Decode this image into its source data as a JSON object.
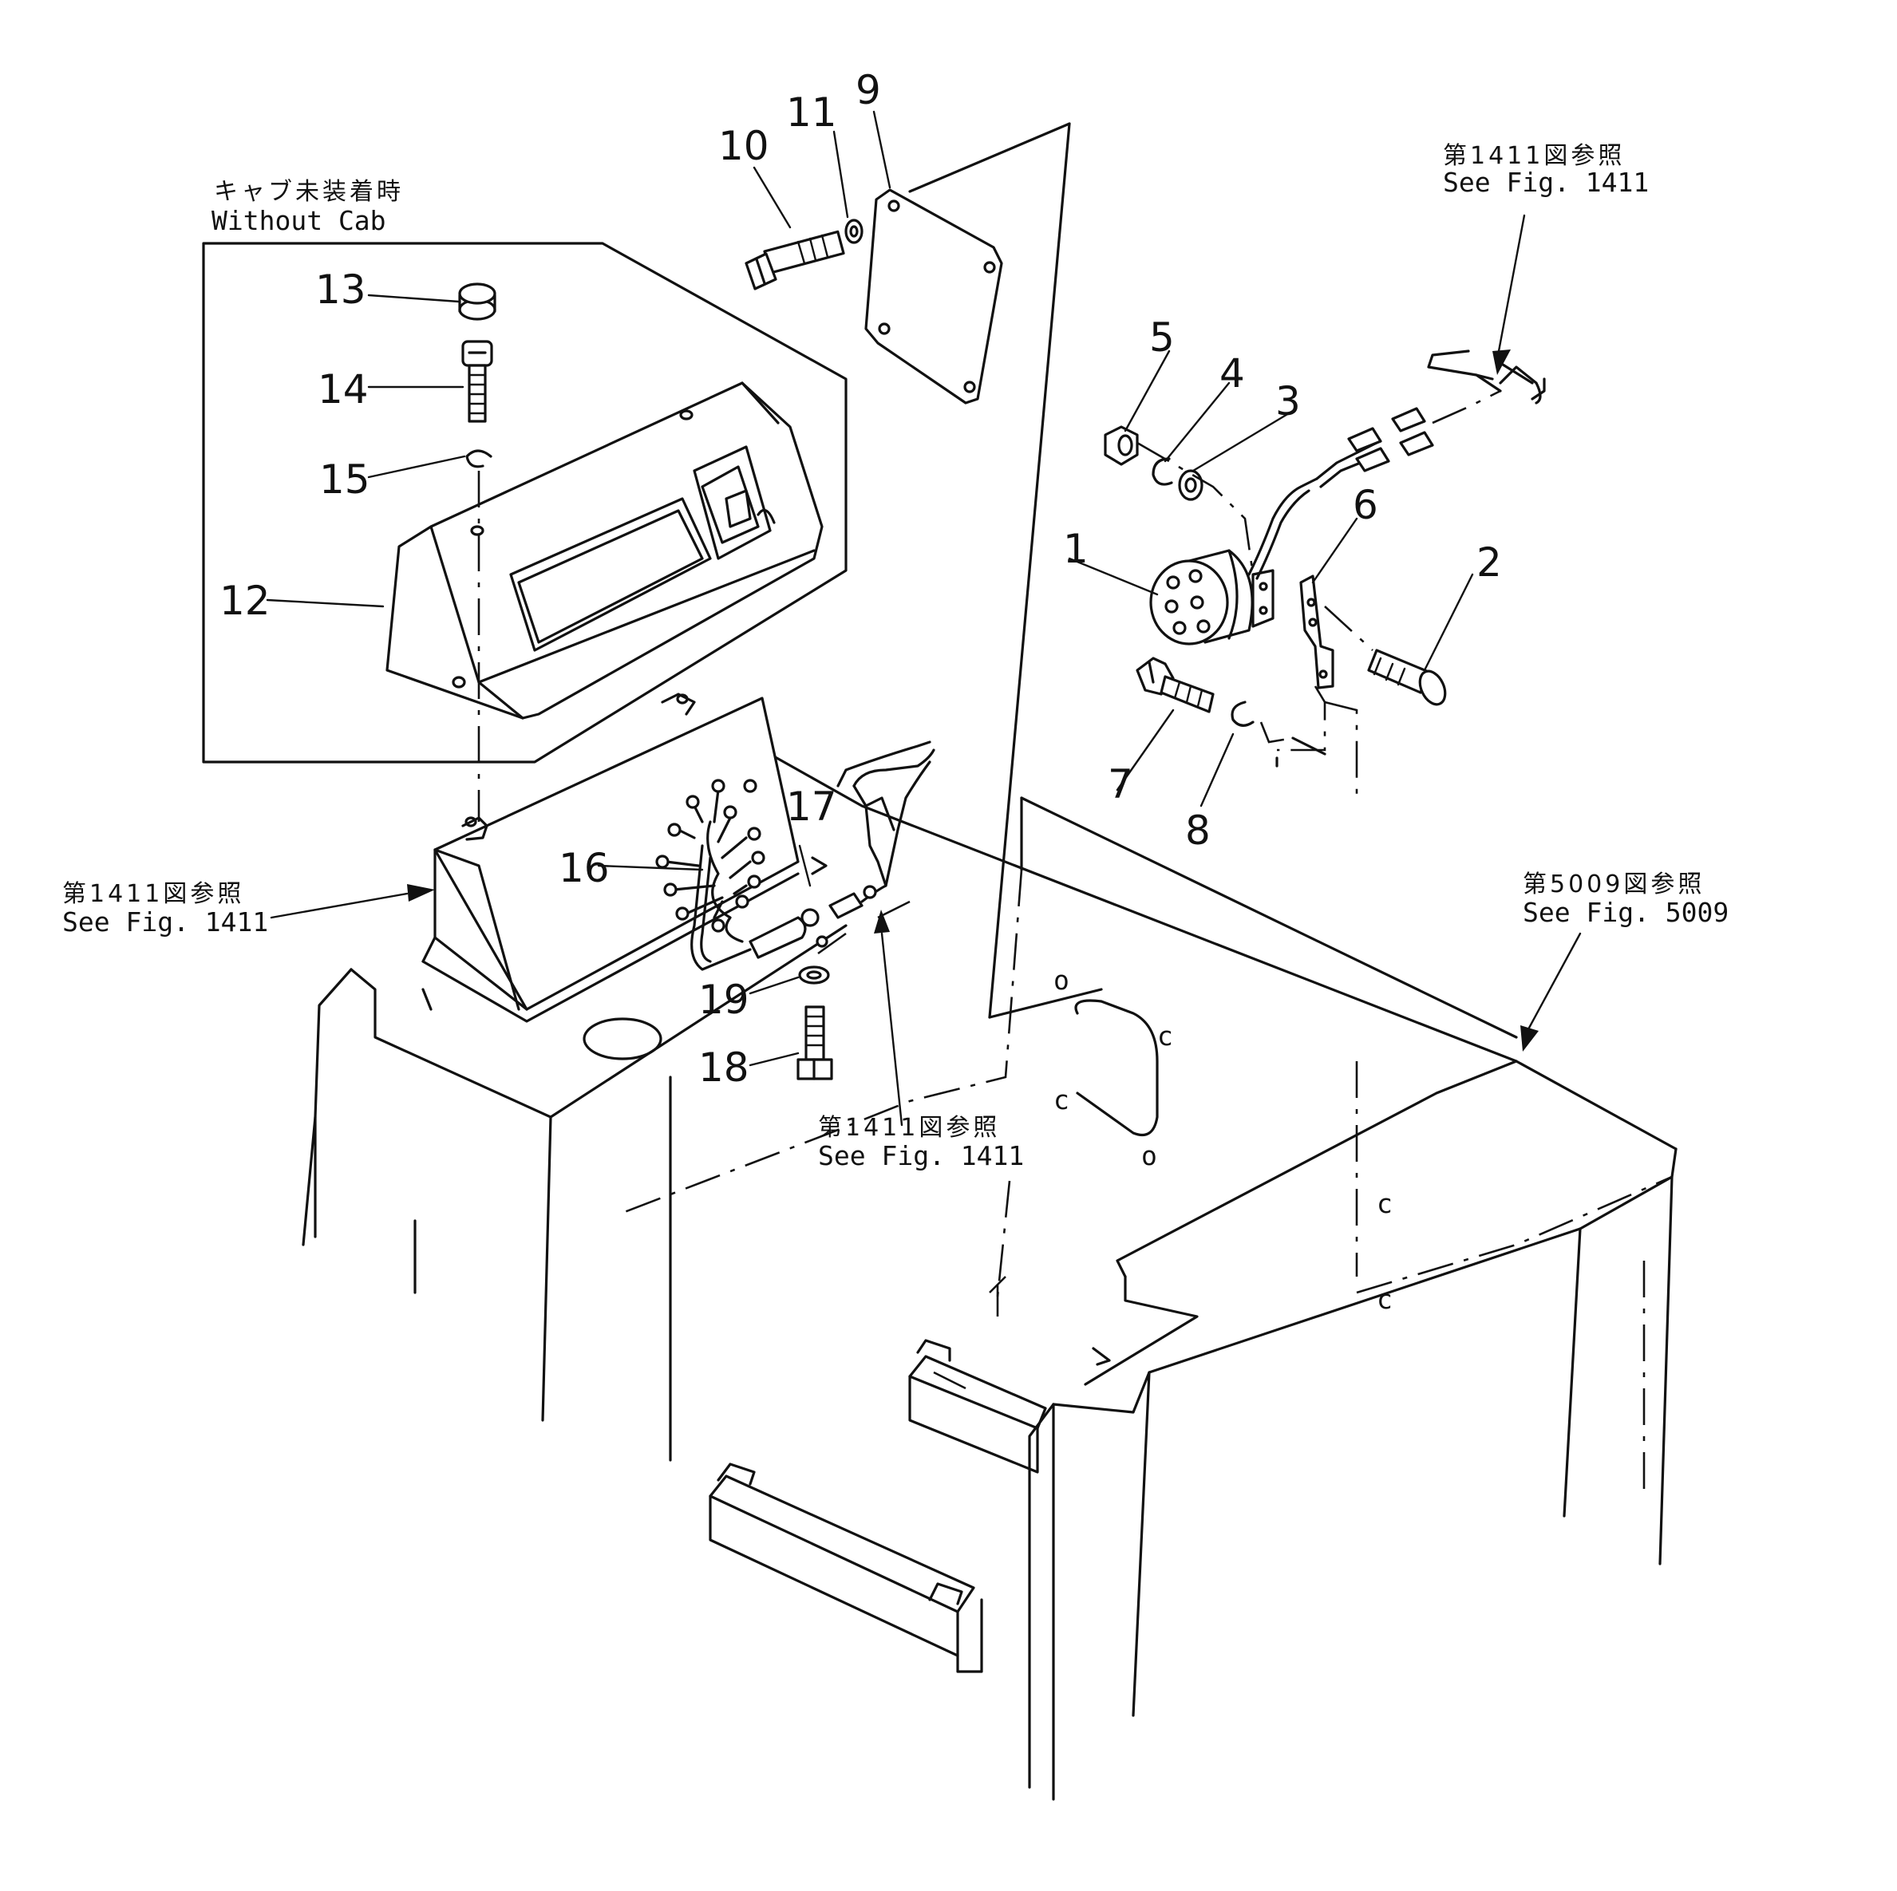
{
  "diagram": {
    "callouts": [
      {
        "id": "p1",
        "label": "1"
      },
      {
        "id": "p2",
        "label": "2"
      },
      {
        "id": "p3",
        "label": "3"
      },
      {
        "id": "p4",
        "label": "4"
      },
      {
        "id": "p5",
        "label": "5"
      },
      {
        "id": "p6",
        "label": "6"
      },
      {
        "id": "p7",
        "label": "7"
      },
      {
        "id": "p8",
        "label": "8"
      },
      {
        "id": "p9",
        "label": "9"
      },
      {
        "id": "p10",
        "label": "10"
      },
      {
        "id": "p11",
        "label": "11"
      },
      {
        "id": "p12",
        "label": "12"
      },
      {
        "id": "p13",
        "label": "13"
      },
      {
        "id": "p14",
        "label": "14"
      },
      {
        "id": "p15",
        "label": "15"
      },
      {
        "id": "p16",
        "label": "16"
      },
      {
        "id": "p17",
        "label": "17"
      },
      {
        "id": "p18",
        "label": "18"
      },
      {
        "id": "p19",
        "label": "19"
      }
    ],
    "without_cab": {
      "jp": "キャブ未装着時",
      "en": "Without Cab"
    },
    "references": [
      {
        "id": "ref-top-right",
        "jp": "第1411図参照",
        "en": "See Fig. 1411"
      },
      {
        "id": "ref-left",
        "jp": "第1411図参照",
        "en": "See Fig. 1411"
      },
      {
        "id": "ref-center",
        "jp": "第1411図参照",
        "en": "See Fig. 1411"
      },
      {
        "id": "ref-right",
        "jp": "第5009図参照",
        "en": "See Fig. 5009"
      }
    ]
  }
}
